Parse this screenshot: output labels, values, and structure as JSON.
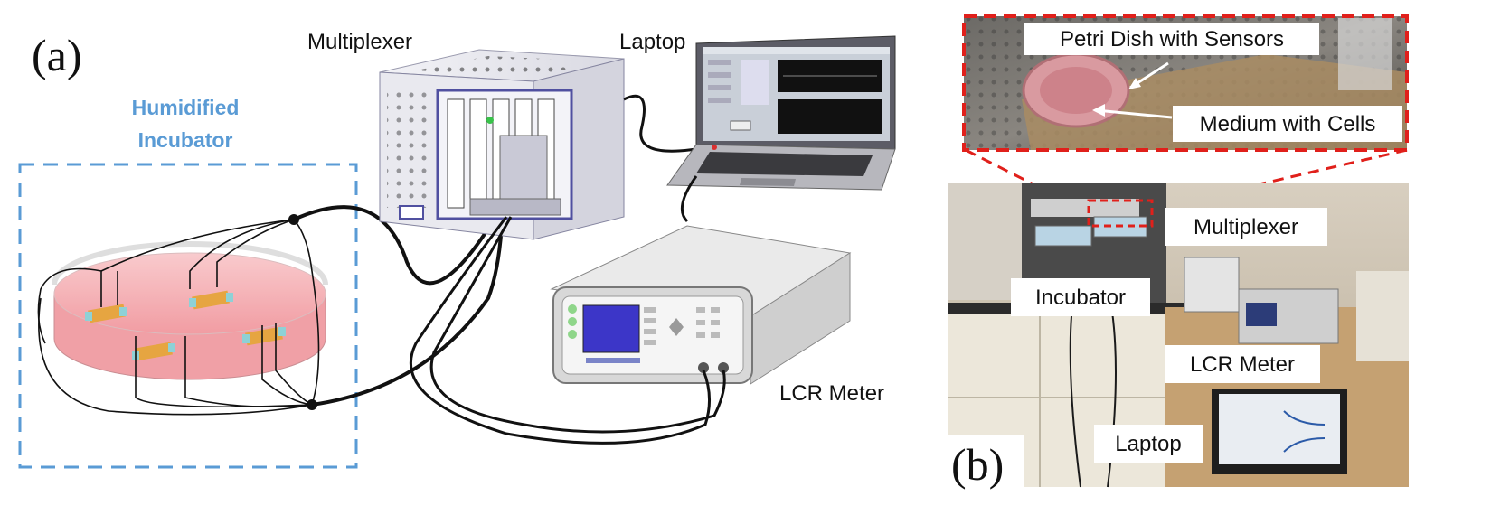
{
  "panel_a": {
    "letter": "(a)",
    "incubator_label_line1": "Humidified",
    "incubator_label_line2": "Incubator",
    "multiplexer_label": "Multiplexer",
    "laptop_label": "Laptop",
    "lcr_label": "LCR Meter"
  },
  "panel_b": {
    "letter": "(b)",
    "inset_label_1": "Petri Dish with Sensors",
    "inset_label_2": "Medium with Cells",
    "multiplexer_label": "Multiplexer",
    "incubator_label": "Incubator",
    "lcr_label": "LCR Meter",
    "laptop_label": "Laptop"
  },
  "colors": {
    "incubator_dash": "#5a9bd5",
    "highlight_dash": "#e0201b",
    "dish_medium": "#f2a3a8"
  }
}
